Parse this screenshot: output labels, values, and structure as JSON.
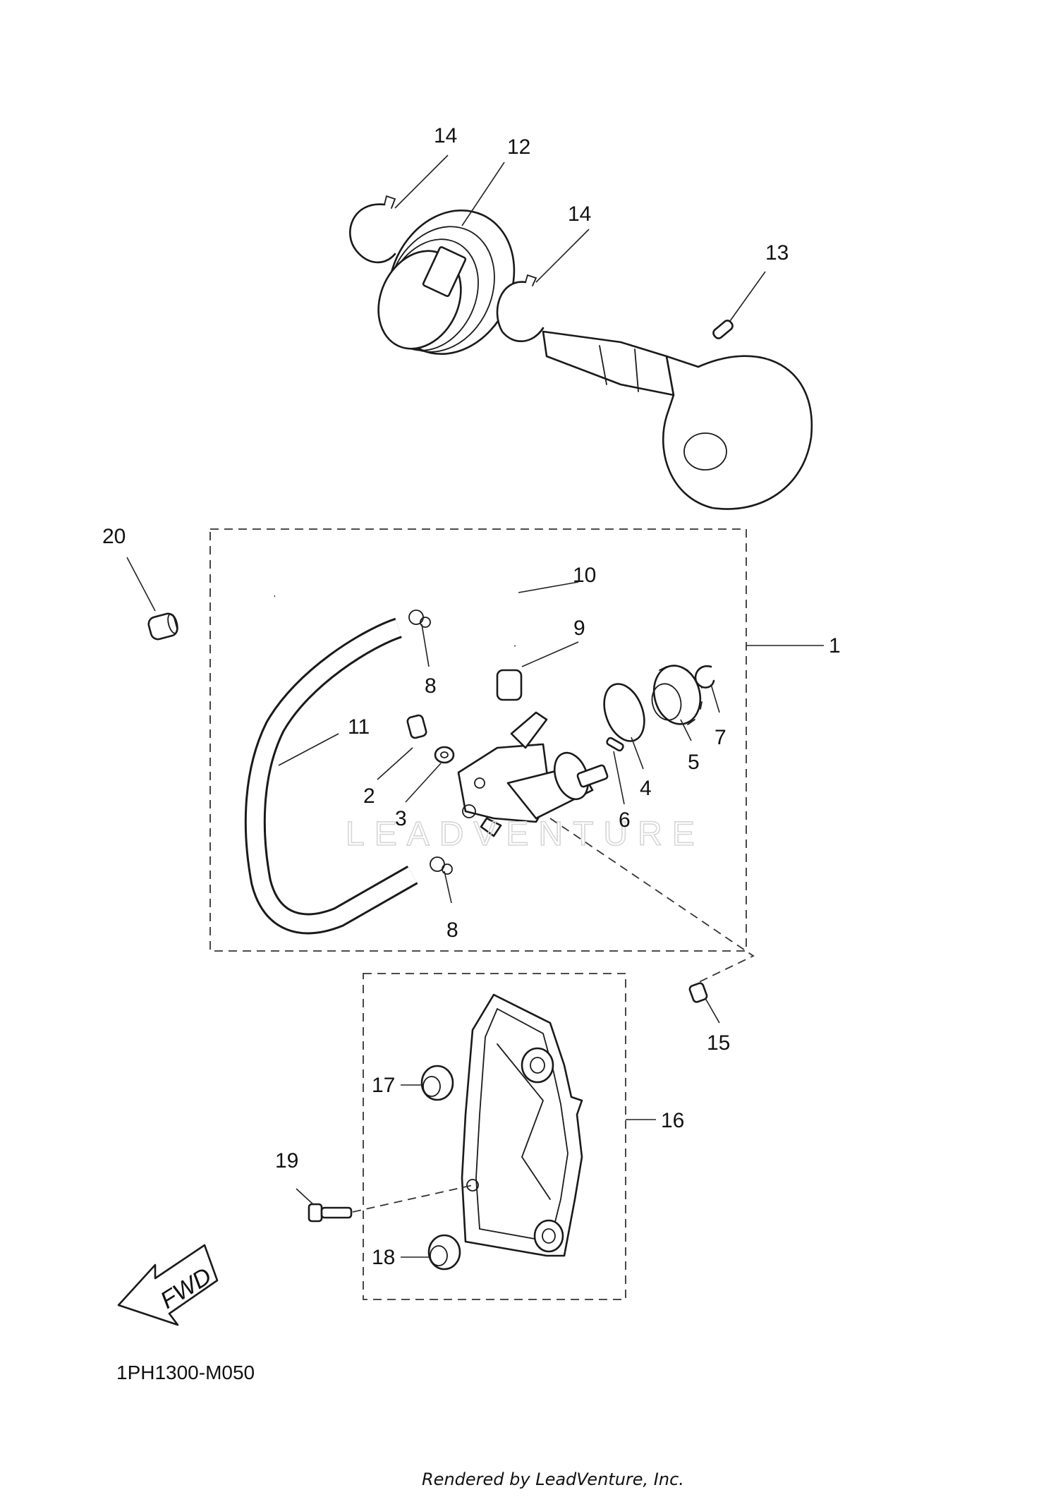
{
  "diagram_code": "1PH1300-M050",
  "footer": "Rendered by LeadVenture, Inc.",
  "watermark": "LEADVENTURE",
  "fwd_label": "FWD",
  "callouts": {
    "c1": "1",
    "c2": "2",
    "c3": "3",
    "c4": "4",
    "c5": "5",
    "c6": "6",
    "c7": "7",
    "c8a": "8",
    "c8b": "8",
    "c9": "9",
    "c10": "10",
    "c11": "11",
    "c12": "12",
    "c13": "13",
    "c14a": "14",
    "c14b": "14",
    "c15": "15",
    "c16": "16",
    "c17": "17",
    "c18": "18",
    "c19": "19",
    "c20": "20"
  }
}
